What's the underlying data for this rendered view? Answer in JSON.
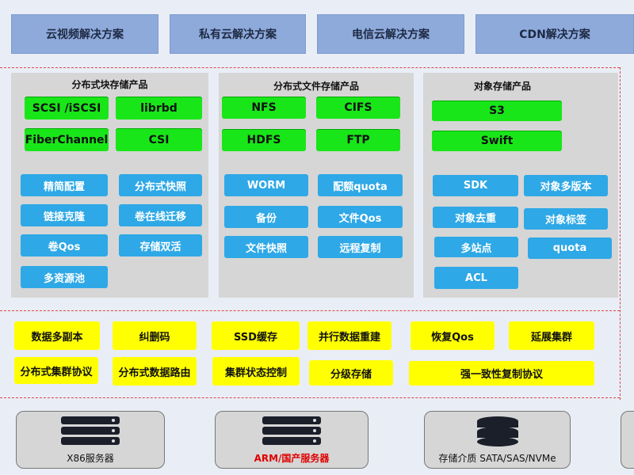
{
  "top_tabs": [
    "云视频解决方案",
    "私有云解决方案",
    "电信云解决方案",
    "CDN解决方案"
  ],
  "panels": {
    "block": {
      "title": "分布式块存储产品",
      "protocols": [
        "SCSI /iSCSI",
        "librbd",
        "FiberChannel",
        "CSI"
      ],
      "features": [
        "精简配置",
        "分布式快照",
        "链接克隆",
        "卷在线迁移",
        "卷Qos",
        "存储双活",
        "多资源池"
      ]
    },
    "file": {
      "title": "分布式文件存储产品",
      "protocols": [
        "NFS",
        "CIFS",
        "HDFS",
        "FTP"
      ],
      "features": [
        "WORM",
        "配额quota",
        "备份",
        "文件Qos",
        "文件快照",
        "远程复制"
      ]
    },
    "object": {
      "title": "对象存储产品",
      "protocols": [
        "S3",
        "Swift"
      ],
      "features": [
        "SDK",
        "对象多版本",
        "对象去重",
        "对象标签",
        "多站点",
        "quota",
        "ACL"
      ]
    }
  },
  "core_features": [
    "数据多副本",
    "纠删码",
    "SSD缓存",
    "并行数据重建",
    "恢复Qos",
    "延展集群",
    "分布式集群协议",
    "分布式数据路由",
    "集群状态控制",
    "分级存储",
    "强一致性复制协议"
  ],
  "hardware": [
    {
      "label": "X86服务器",
      "icon": "server-icon"
    },
    {
      "label": "ARM/国产服务器",
      "icon": "server-icon",
      "color": "#e00000"
    },
    {
      "label": "存储介质 SATA/SAS/NVMe",
      "icon": "disk-stack-icon"
    }
  ],
  "colors": {
    "green": "#19e619",
    "blue": "#2ea8e6",
    "yellow": "#ffff00",
    "tab": "#8eaadb",
    "dash": "#dd4444"
  }
}
